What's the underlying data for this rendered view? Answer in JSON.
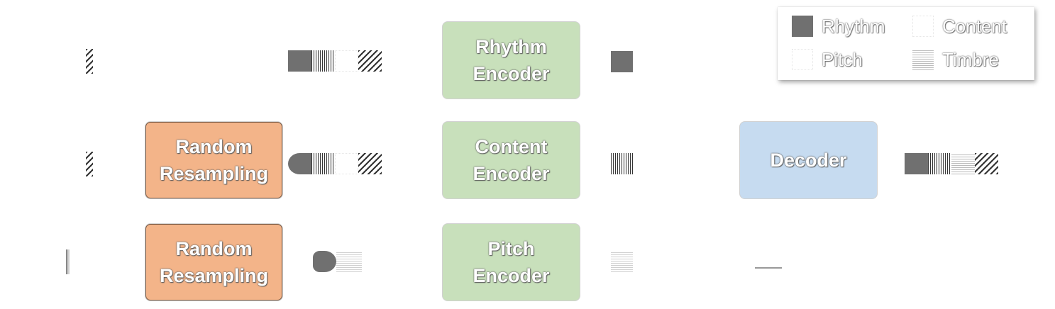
{
  "encoders": {
    "rhythm": "Rhythm\nEncoder",
    "content": "Content\nEncoder",
    "pitch": "Pitch\nEncoder"
  },
  "resampling": {
    "top": "Random\nResampling",
    "bottom": "Random\nResampling"
  },
  "decoder": "Decoder",
  "legend": {
    "rhythm": "Rhythm",
    "content": "Content",
    "pitch": "Pitch",
    "timbre": "Timbre"
  },
  "colors": {
    "encoder": "#c8e0bb",
    "resampling": "#f3b489",
    "decoder": "#c6dbf0",
    "rhythm_swatch": "#707070"
  }
}
